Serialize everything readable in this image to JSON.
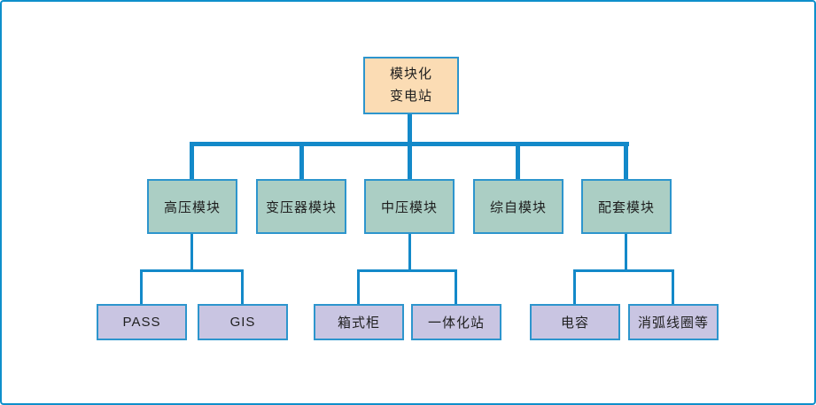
{
  "diagram": {
    "type": "org-chart",
    "root": {
      "label_line1": "模块化",
      "label_line2": "变电站"
    },
    "level2": [
      {
        "label": "高压模块"
      },
      {
        "label": "变压器模块"
      },
      {
        "label": "中压模块"
      },
      {
        "label": "综自模块"
      },
      {
        "label": "配套模块"
      }
    ],
    "level3": [
      {
        "label": "PASS",
        "parent": "高压模块"
      },
      {
        "label": "GIS",
        "parent": "高压模块"
      },
      {
        "label": "箱式柜",
        "parent": "中压模块"
      },
      {
        "label": "一体化站",
        "parent": "中压模块"
      },
      {
        "label": "电容",
        "parent": "配套模块"
      },
      {
        "label": "消弧线圈等",
        "parent": "配套模块"
      }
    ],
    "colors": {
      "frame_border": "#0e8fcb",
      "connector": "#1389c9",
      "node_border": "#2d95cd",
      "root_fill": "#fbdcb4",
      "level2_fill": "#abcec4",
      "level3_fill": "#c9c5e2",
      "text": "#1f1f1f",
      "background": "#ffffff"
    }
  }
}
